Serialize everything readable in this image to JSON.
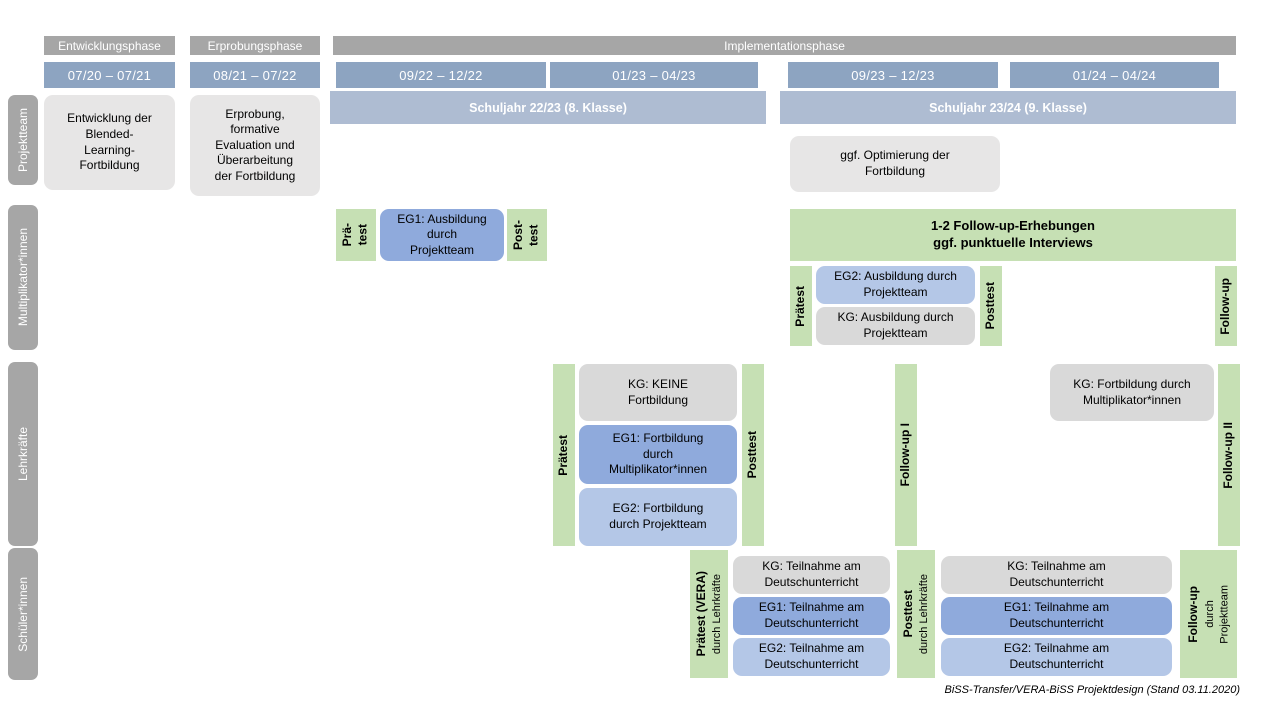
{
  "header": {
    "phases": [
      {
        "label": "Entwicklungsphase"
      },
      {
        "label": "Erprobungsphase"
      },
      {
        "label": "Implementationsphase"
      }
    ],
    "periods": [
      {
        "label": "07/20 – 07/21"
      },
      {
        "label": "08/21 – 07/22"
      },
      {
        "label": "09/22 – 12/22"
      },
      {
        "label": "01/23 – 04/23"
      },
      {
        "label": "09/23 – 12/23"
      },
      {
        "label": "01/24 – 04/24"
      }
    ],
    "school_years": [
      {
        "label": "Schuljahr 22/23 (8. Klasse)"
      },
      {
        "label": "Schuljahr 23/24 (9. Klasse)"
      }
    ]
  },
  "row_labels": [
    {
      "label": "Projektteam"
    },
    {
      "label": "Multiplikator*innen"
    },
    {
      "label": "Lehrkräfte"
    },
    {
      "label": "Schüler*innen"
    }
  ],
  "projektteam": {
    "entwicklung": "Entwicklung der\nBlended-\nLearning-\nFortbildung",
    "erprobung": "Erprobung,\nformative\nEvaluation und\nÜberarbeitung\nder Fortbildung",
    "optimierung": "ggf. Optimierung der\nFortbildung"
  },
  "multiplikatoren": {
    "praetest_1": "Prä-\ntest",
    "eg1": "EG1: Ausbildung\ndurch\nProjektteam",
    "posttest_1": "Post-\ntest",
    "followup_box": "1-2 Follow-up-Erhebungen\nggf. punktuelle Interviews",
    "praetest_2": "Prätest",
    "eg2": "EG2: Ausbildung durch\nProjektteam",
    "kg": "KG: Ausbildung durch\nProjektteam",
    "posttest_2": "Posttest",
    "followup": "Follow-up"
  },
  "lehrkraefte": {
    "praetest": "Prätest",
    "kg": "KG: KEINE\nFortbildung",
    "eg1": "EG1: Fortbildung\ndurch\nMultiplikator*innen",
    "eg2": "EG2: Fortbildung\ndurch Projektteam",
    "posttest": "Posttest",
    "followup_1": "Follow-up I",
    "kg2": "KG: Fortbildung durch\nMultiplikator*innen",
    "followup_2": "Follow-up II"
  },
  "schueler": {
    "praetest_main": "Prätest (VERA)",
    "praetest_sub": "durch Lehrkräfte",
    "kg_1": "KG: Teilnahme am\nDeutschunterricht",
    "eg1_1": "EG1: Teilnahme am\nDeutschunterricht",
    "eg2_1": "EG2: Teilnahme am\nDeutschunterricht",
    "posttest_main": "Posttest",
    "posttest_sub": "durch Lehrkräfte",
    "kg_2": "KG: Teilnahme am\nDeutschunterricht",
    "eg1_2": "EG1: Teilnahme am\nDeutschunterricht",
    "eg2_2": "EG2: Teilnahme am\nDeutschunterricht",
    "followup_main": "Follow-up",
    "followup_sub": "durch\nProjektteam"
  },
  "caption": "BiSS-Transfer/VERA-BiSS Projektdesign (Stand 03.11.2020)",
  "colors": {
    "phase_bar": "#a6a6a6",
    "period_bar": "#8da4c1",
    "school_year_bar": "#aebcd2",
    "row_label": "#a6a6a6",
    "project_box": "#e7e6e6",
    "test_green": "#c6e0b4",
    "eg1_blue": "#8faadc",
    "eg2_blue": "#b4c7e7",
    "kg_gray": "#d9d9d9"
  }
}
